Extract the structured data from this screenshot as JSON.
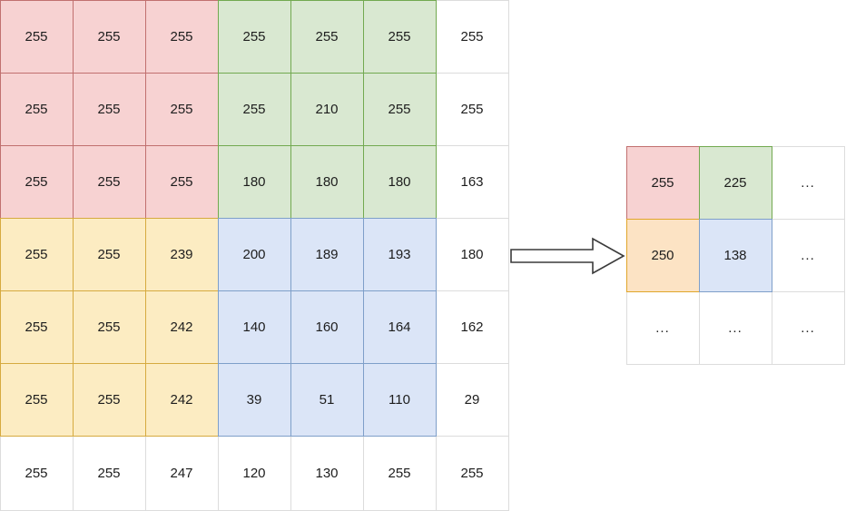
{
  "figure": {
    "type": "matrix-transformation-diagram",
    "colors": {
      "red_fill": "#f7d2d2",
      "red_border": "#c1706f",
      "green_fill": "#d9e8d1",
      "green_border": "#72a950",
      "yellow_fill": "#fcecc2",
      "yellow_border": "#d6aa3f",
      "blue_fill": "#dbe5f7",
      "blue_border": "#7e9fc9",
      "orange_fill": "#fce3c4",
      "orange_border": "#e0a62b",
      "plain_fill": "#ffffff",
      "plain_border": "#dcdcdc",
      "text": "#1d1d1d",
      "arrow_stroke": "#3a3a3a",
      "arrow_fill": "#ffffff"
    }
  },
  "input_matrix": {
    "name": "input-matrix",
    "rows": 7,
    "cols": 7,
    "cells": [
      [
        {
          "value": "255",
          "color": "red"
        },
        {
          "value": "255",
          "color": "red"
        },
        {
          "value": "255",
          "color": "red"
        },
        {
          "value": "255",
          "color": "green"
        },
        {
          "value": "255",
          "color": "green"
        },
        {
          "value": "255",
          "color": "green"
        },
        {
          "value": "255",
          "color": "plain"
        }
      ],
      [
        {
          "value": "255",
          "color": "red"
        },
        {
          "value": "255",
          "color": "red"
        },
        {
          "value": "255",
          "color": "red"
        },
        {
          "value": "255",
          "color": "green"
        },
        {
          "value": "210",
          "color": "green"
        },
        {
          "value": "255",
          "color": "green"
        },
        {
          "value": "255",
          "color": "plain"
        }
      ],
      [
        {
          "value": "255",
          "color": "red"
        },
        {
          "value": "255",
          "color": "red"
        },
        {
          "value": "255",
          "color": "red"
        },
        {
          "value": "180",
          "color": "green"
        },
        {
          "value": "180",
          "color": "green"
        },
        {
          "value": "180",
          "color": "green"
        },
        {
          "value": "163",
          "color": "plain"
        }
      ],
      [
        {
          "value": "255",
          "color": "yellow"
        },
        {
          "value": "255",
          "color": "yellow"
        },
        {
          "value": "239",
          "color": "yellow"
        },
        {
          "value": "200",
          "color": "blue"
        },
        {
          "value": "189",
          "color": "blue"
        },
        {
          "value": "193",
          "color": "blue"
        },
        {
          "value": "180",
          "color": "plain"
        }
      ],
      [
        {
          "value": "255",
          "color": "yellow"
        },
        {
          "value": "255",
          "color": "yellow"
        },
        {
          "value": "242",
          "color": "yellow"
        },
        {
          "value": "140",
          "color": "blue"
        },
        {
          "value": "160",
          "color": "blue"
        },
        {
          "value": "164",
          "color": "blue"
        },
        {
          "value": "162",
          "color": "plain"
        }
      ],
      [
        {
          "value": "255",
          "color": "yellow"
        },
        {
          "value": "255",
          "color": "yellow"
        },
        {
          "value": "242",
          "color": "yellow"
        },
        {
          "value": "39",
          "color": "blue"
        },
        {
          "value": "51",
          "color": "blue"
        },
        {
          "value": "110",
          "color": "blue"
        },
        {
          "value": "29",
          "color": "plain"
        }
      ],
      [
        {
          "value": "255",
          "color": "plain"
        },
        {
          "value": "255",
          "color": "plain"
        },
        {
          "value": "247",
          "color": "plain"
        },
        {
          "value": "120",
          "color": "plain"
        },
        {
          "value": "130",
          "color": "plain"
        },
        {
          "value": "255",
          "color": "plain"
        },
        {
          "value": "255",
          "color": "plain"
        }
      ]
    ]
  },
  "output_matrix": {
    "name": "output-matrix",
    "rows": 3,
    "cols": 3,
    "cells": [
      [
        {
          "value": "255",
          "color": "red"
        },
        {
          "value": "225",
          "color": "green"
        },
        {
          "value": "...",
          "color": "plain"
        }
      ],
      [
        {
          "value": "250",
          "color": "orange"
        },
        {
          "value": "138",
          "color": "blue"
        },
        {
          "value": "...",
          "color": "plain"
        }
      ],
      [
        {
          "value": "...",
          "color": "plain"
        },
        {
          "value": "...",
          "color": "plain"
        },
        {
          "value": "...",
          "color": "plain"
        }
      ]
    ]
  },
  "arrow": {
    "name": "flow-arrow",
    "direction": "right",
    "label": ""
  }
}
